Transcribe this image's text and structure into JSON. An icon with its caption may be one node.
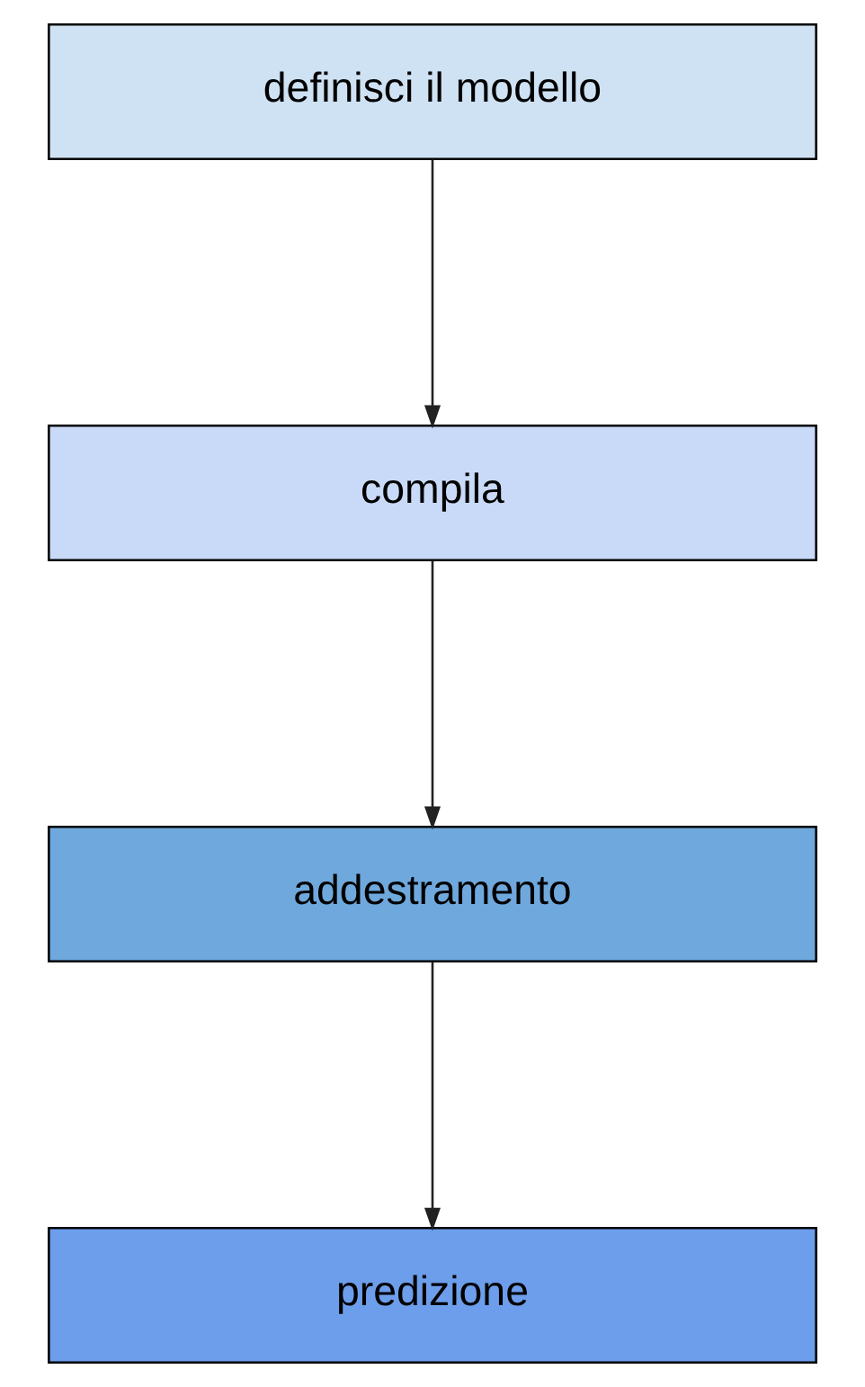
{
  "diagram": {
    "nodes": [
      {
        "text": [
          "definisci il modello"
        ]
      },
      {
        "text": [
          "compila"
        ]
      },
      {
        "text": [
          "addestramento"
        ]
      },
      {
        "text": [
          "predizione"
        ]
      }
    ],
    "edges": [
      {
        "from": 0,
        "to": 1,
        "arrow": "to"
      },
      {
        "from": 1,
        "to": 2,
        "arrow": "to"
      },
      {
        "from": 2,
        "to": 3,
        "arrow": "to"
      }
    ]
  }
}
